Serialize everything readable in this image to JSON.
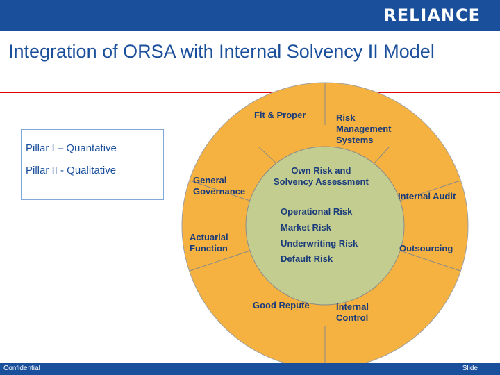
{
  "header": {
    "logo_text": "RELIANCE",
    "title": "Integration of ORSA with Internal Solvency II Model"
  },
  "pillars": {
    "items": [
      "Pillar I – Quantative",
      "Pillar II - Qualitative"
    ]
  },
  "diagram": {
    "outer_labels": {
      "fit_proper": "Fit & Proper",
      "risk_management": [
        "Risk",
        "Management",
        "Systems"
      ],
      "general_governance": [
        "General",
        "Governance"
      ],
      "internal_audit": "Internal Audit",
      "actuarial_function": [
        "Actuarial",
        "Function"
      ],
      "outsourcing": "Outsourcing",
      "good_repute": "Good Repute",
      "internal_control": [
        "Internal",
        "Control"
      ]
    },
    "inner": {
      "title": [
        "Own Risk and",
        "Solvency Assessment"
      ],
      "risks": [
        "Operational Risk",
        "Market Risk",
        "Underwriting Risk",
        "Default Risk"
      ]
    },
    "colors": {
      "outer_fill": "#f5b240",
      "inner_fill": "#c3cd90",
      "text": "#1a3b7a",
      "brand_blue": "#1a4f9c"
    }
  },
  "footer": {
    "left": "Confidential",
    "right": "Slide"
  }
}
